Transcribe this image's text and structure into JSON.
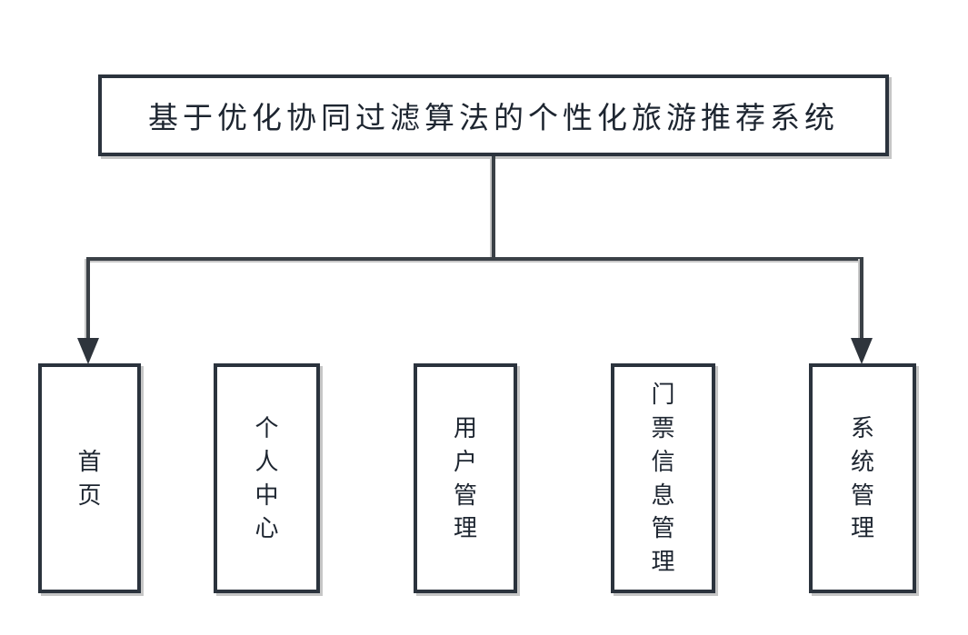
{
  "diagram": {
    "title": "基于优化协同过滤算法的个性化旅游推荐系统",
    "children": [
      {
        "id": "home",
        "label": "首页"
      },
      {
        "id": "personal-center",
        "label": "个人中心"
      },
      {
        "id": "user-management",
        "label": "用户管理"
      },
      {
        "id": "ticket-info-management",
        "label": "门票信息管理"
      },
      {
        "id": "system-management",
        "label": "系统管理"
      }
    ],
    "connectors": {
      "style": "orthogonal",
      "arrow_targets": [
        "home",
        "system-management"
      ]
    },
    "colors": {
      "box_border": "#2b333d",
      "line": "#3a4046",
      "arrow": "#2e343c",
      "text": "#1d2530",
      "shadow": "#c6c6c6",
      "background": "#ffffff"
    }
  }
}
